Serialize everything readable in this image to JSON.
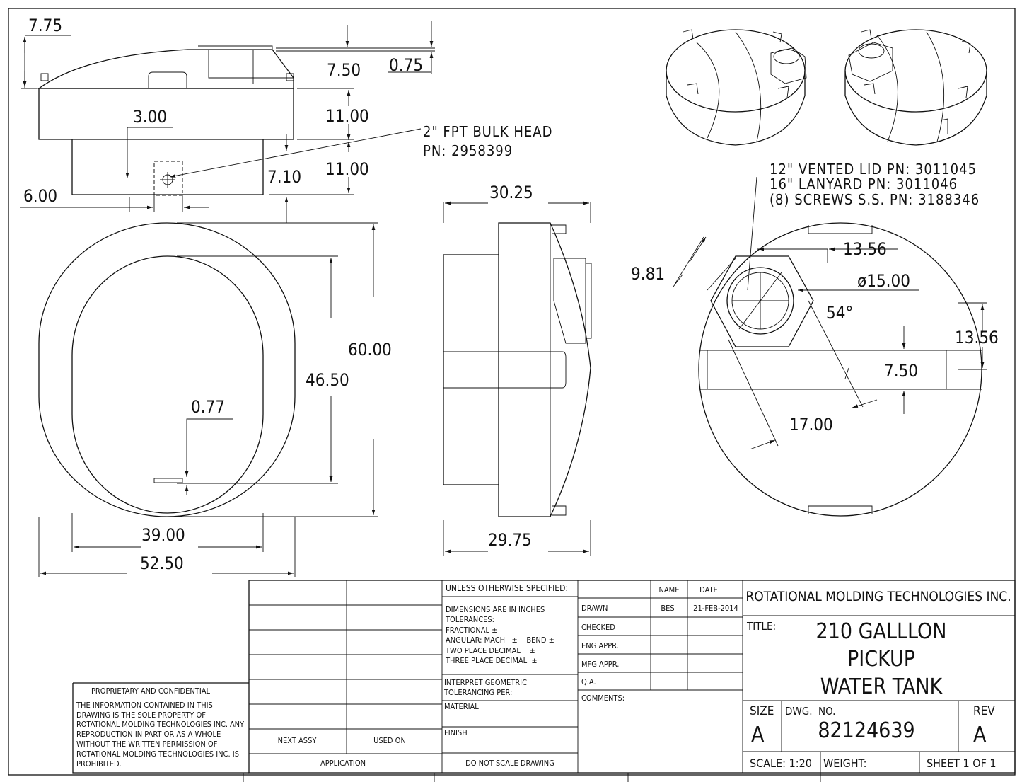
{
  "dimensions": {
    "top_view": {
      "d775": "7.75",
      "d750": "7.50",
      "d075": "0.75",
      "d1100a": "11.00",
      "d300": "3.00",
      "d1100b": "11.00",
      "d710": "7.10",
      "d600": "6.00"
    },
    "plan_view": {
      "d6000": "60.00",
      "d4650": "46.50",
      "d077": "0.77",
      "d3900": "39.00",
      "d5250": "52.50"
    },
    "side_view": {
      "d3025": "30.25",
      "d2975": "29.75"
    },
    "lid_view": {
      "d981": "9.81",
      "d1356a": "13.56",
      "d1500": "ø15.00",
      "d54": "54°",
      "d1356b": "13.56",
      "d750": "7.50",
      "d1700": "17.00"
    }
  },
  "notes": {
    "bulkhead_line1": "2\" FPT BULK HEAD",
    "bulkhead_line2": "PN: 2958399",
    "lid_line1": "12\" VENTED LID PN: 3011045",
    "lid_line2": "16\" LANYARD PN: 3011046",
    "lid_line3": "(8) SCREWS S.S. PN: 3188346"
  },
  "title_block": {
    "unless": "UNLESS OTHERWISE SPECIFIED:",
    "tolerances": [
      "DIMENSIONS ARE IN INCHES",
      "TOLERANCES:",
      "FRACTIONAL ±",
      "ANGULAR: MACH   ±    BEND ±",
      "TWO PLACE DECIMAL    ±",
      "THREE PLACE DECIMAL  ±"
    ],
    "interpret": [
      "INTERPRET GEOMETRIC",
      "TOLERANCING PER:"
    ],
    "material": "MATERIAL",
    "finish": "FINISH",
    "do_not_scale": "DO NOT SCALE DRAWING",
    "name_header": "NAME",
    "date_header": "DATE",
    "rows": [
      {
        "label": "DRAWN",
        "name": "BES",
        "date": "21-FEB-2014"
      },
      {
        "label": "CHECKED",
        "name": "",
        "date": ""
      },
      {
        "label": "ENG APPR.",
        "name": "",
        "date": ""
      },
      {
        "label": "MFG APPR.",
        "name": "",
        "date": ""
      },
      {
        "label": "Q.A.",
        "name": "",
        "date": ""
      }
    ],
    "comments": "COMMENTS:",
    "company": "ROTATIONAL MOLDING TECHNOLOGIES INC.",
    "title_label": "TITLE:",
    "title_lines": [
      "210 GALLLON",
      "PICKUP",
      "WATER TANK"
    ],
    "size_label": "SIZE",
    "size_value": "A",
    "dwg_label": "DWG.  NO.",
    "dwg_value": "82124639",
    "rev_label": "REV",
    "rev_value": "A",
    "scale": "SCALE: 1:20",
    "weight": "WEIGHT:",
    "sheet": "SHEET 1 OF 1",
    "next_assy": "NEXT ASSY",
    "used_on": "USED ON",
    "application": "APPLICATION",
    "proprietary_title": "PROPRIETARY AND CONFIDENTIAL",
    "proprietary_lines": [
      "THE INFORMATION CONTAINED IN THIS",
      "DRAWING IS THE SOLE PROPERTY OF",
      "ROTATIONAL MOLDING TECHNOLOGIES INC. ANY",
      "REPRODUCTION IN PART OR AS A WHOLE",
      "WITHOUT THE WRITTEN PERMISSION OF",
      "ROTATIONAL MOLDING TECHNOLOGIES INC. IS",
      "PROHIBITED."
    ]
  }
}
